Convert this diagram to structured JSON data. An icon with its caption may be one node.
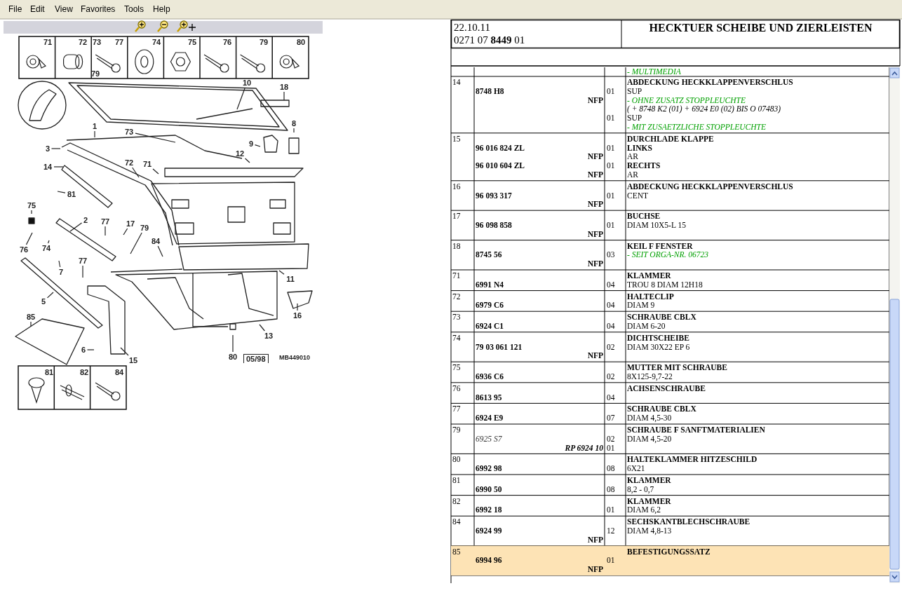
{
  "diagram": {
    "title": "HECKTUER SCHEIBE UND ZIERLEISTEN",
    "nodes": [
      {
        "text": [
          "10"
        ]
      },
      {
        "text": [
          "18"
        ]
      },
      {
        "text": [
          "1"
        ]
      },
      {
        "text": [
          "73"
        ]
      },
      {
        "text": [
          "8"
        ]
      },
      {
        "text": [
          "3"
        ]
      },
      {
        "text": [
          "9"
        ]
      },
      {
        "text": [
          "12"
        ]
      },
      {
        "text": [
          "72"
        ]
      },
      {
        "text": [
          "71"
        ]
      },
      {
        "text": [
          "14"
        ]
      },
      {
        "text": [
          "81"
        ]
      },
      {
        "text": [
          "75"
        ]
      },
      {
        "text": [
          "2"
        ]
      },
      {
        "text": [
          "77"
        ]
      },
      {
        "text": [
          "17"
        ]
      },
      {
        "text": [
          "79"
        ]
      },
      {
        "text": [
          "84"
        ]
      },
      {
        "text": [
          "76"
        ]
      },
      {
        "text": [
          "74"
        ]
      },
      {
        "text": [
          "7"
        ]
      },
      {
        "text": [
          "77"
        ]
      },
      {
        "text": [
          "5"
        ]
      },
      {
        "text": [
          "11"
        ]
      },
      {
        "text": [
          "85"
        ]
      },
      {
        "text": [
          "16"
        ]
      },
      {
        "text": [
          "6"
        ]
      },
      {
        "text": [
          "15"
        ]
      },
      {
        "text": [
          "13"
        ]
      },
      {
        "text": [
          "80"
        ]
      }
    ],
    "edges": [
      {
        "from": 0,
        "to": null,
        "arrow": "none"
      },
      {
        "from": 1,
        "to": null,
        "arrow": "none"
      },
      {
        "from": 2,
        "to": null,
        "arrow": "none"
      },
      {
        "from": 3,
        "to": null,
        "arrow": "none"
      },
      {
        "from": 4,
        "to": null,
        "arrow": "none"
      },
      {
        "from": 5,
        "to": null,
        "arrow": "none"
      },
      {
        "from": 6,
        "to": null,
        "arrow": "none"
      },
      {
        "from": 7,
        "to": null,
        "arrow": "none"
      },
      {
        "from": 8,
        "to": null,
        "arrow": "none"
      },
      {
        "from": 9,
        "to": null,
        "arrow": "none"
      },
      {
        "from": 10,
        "to": null,
        "arrow": "none"
      },
      {
        "from": 11,
        "to": null,
        "arrow": "none"
      },
      {
        "from": 12,
        "to": null,
        "arrow": "none"
      },
      {
        "from": 13,
        "to": null,
        "arrow": "none"
      },
      {
        "from": 14,
        "to": null,
        "arrow": "none"
      },
      {
        "from": 15,
        "to": null,
        "arrow": "none"
      },
      {
        "from": 16,
        "to": null,
        "arrow": "none"
      },
      {
        "from": 17,
        "to": null,
        "arrow": "none"
      },
      {
        "from": 18,
        "to": null,
        "arrow": "none"
      },
      {
        "from": 19,
        "to": null,
        "arrow": "none"
      },
      {
        "from": 20,
        "to": null,
        "arrow": "none"
      },
      {
        "from": 21,
        "to": null,
        "arrow": "none"
      },
      {
        "from": 22,
        "to": null,
        "arrow": "none"
      },
      {
        "from": 23,
        "to": null,
        "arrow": "none"
      },
      {
        "from": 24,
        "to": null,
        "arrow": "none"
      },
      {
        "from": 25,
        "to": null,
        "arrow": "none"
      },
      {
        "from": 26,
        "to": null,
        "arrow": "none"
      },
      {
        "from": 27,
        "to": null,
        "arrow": "none"
      },
      {
        "from": 28,
        "to": null,
        "arrow": "none"
      },
      {
        "from": 29,
        "to": null,
        "arrow": "none"
      }
    ],
    "labels": [
      "File",
      "Edit",
      "View",
      "Favorites",
      "Tools",
      "Help",
      "71",
      "72",
      "73",
      "77",
      "79",
      "74",
      "75",
      "76",
      "79",
      "80",
      "05/98",
      "MB449010",
      "81",
      "82",
      "84",
      "22.10.11",
      "0271 07 **8449** 01",
      "- MULTIMEDIA",
      "14",
      "ABDECKUNG HECKKLAPPENVERSCHLUS",
      "8748 H8",
      "01",
      "SUP",
      "NFP",
      "- OHNE ZUSATZ STOPPLEUCHTE",
      "( + 8748 K2 (01) + 6924 E0 (02) BIS O 07483)",
      "01",
      "SUP",
      "- MIT ZUSAETZLICHE STOPPLEUCHTE",
      "15",
      "DURCHLADE KLAPPE",
      "96 016 824 ZL",
      "01",
      "LINKS",
      "NFP",
      "AR",
      "96 010 604 ZL",
      "01",
      "RECHTS",
      "NFP",
      "AR",
      "16",
      "ABDECKUNG HECKKLAPPENVERSCHLUS",
      "96 093 317",
      "01",
      "CENT",
      "NFP",
      "17",
      "BUCHSE",
      "96 098 858",
      "01",
      "DIAM 10X5-L 15",
      "NFP",
      "18",
      "KEIL F FENSTER",
      "8745 56",
      "03",
      "- SEIT ORGA-NR. 06723",
      "NFP",
      "71",
      "KLAMMER",
      "6991 N4",
      "04",
      "TROU 8 DIAM 12H18",
      "72",
      "HALTECLIP",
      "6979 C6",
      "04",
      "DIAM 9",
      "73",
      "SCHRAUBE CBLX",
      "6924 C1",
      "04",
      "DIAM 6-20",
      "74",
      "DICHTSCHEIBE",
      "79 03 061 121",
      "02",
      "DIAM 30X22 EP 6",
      "NFP",
      "75",
      "MUTTER MIT SCHRAUBE",
      "6936 C6",
      "02",
      "8X125-9,7-22",
      "76",
      "ACHSENSCHRAUBE",
      "8613 95",
      "04",
      "77",
      "SCHRAUBE CBLX",
      "6924 E9",
      "07",
      "DIAM 4,5-30",
      "79",
      "SCHRAUBE F SANFTMATERIALIEN",
      "6925 S7",
      "02",
      "DIAM 4,5-20",
      "RP 6924 10",
      "01",
      "80",
      "HALTEKLAMMER HITZESCHILD",
      "6992 98",
      "08",
      "6X21",
      "81",
      "KLAMMER",
      "6990 50",
      "08",
      "8,2 - 0,7",
      "82",
      "KLAMMER",
      "6992 18",
      "01",
      "DIAM 6,2",
      "84",
      "SECHSKANTBLECHSCHRAUBE",
      "6924 99",
      "12",
      "DIAM 4,8-13",
      "NFP",
      "85",
      "BEFESTIGUNGSSATZ",
      "6994 96",
      "01",
      "NFP"
    ]
  }
}
